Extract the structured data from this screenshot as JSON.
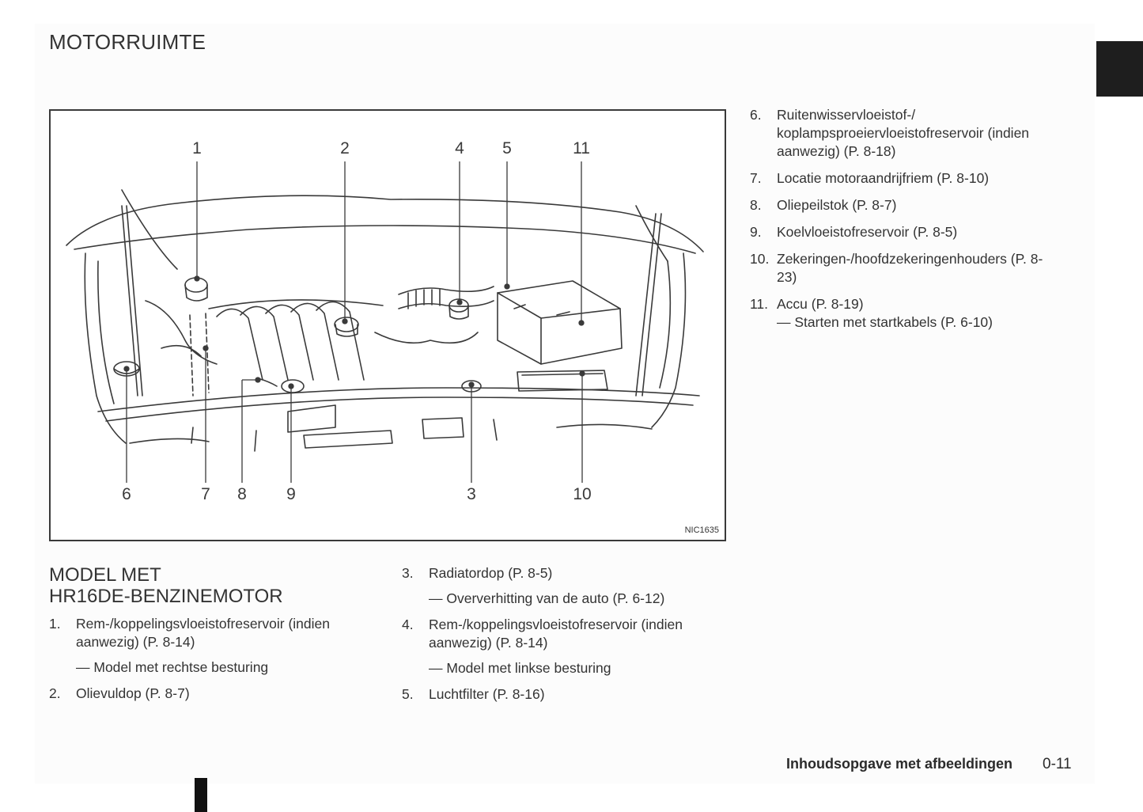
{
  "header": {
    "title": "MOTORRUIMTE"
  },
  "figure": {
    "code": "NIC1635",
    "top_labels": [
      "1",
      "2",
      "4",
      "5",
      "11"
    ],
    "bottom_labels": [
      "6",
      "7",
      "8",
      "9",
      "3",
      "10"
    ]
  },
  "model": {
    "heading_line1": "MODEL MET",
    "heading_line2": "HR16DE-BENZINEMOTOR"
  },
  "left_items": [
    {
      "num": "1.",
      "text": "Rem-/koppelingsvloeistofreservoir (indien aanwezig) (P. 8-14)",
      "sub": "— Model met rechtse besturing"
    },
    {
      "num": "2.",
      "text": "Olievuldop (P. 8-7)"
    }
  ],
  "middle_items": [
    {
      "num": "3.",
      "text": "Radiatordop (P. 8-5)",
      "sub": "— Oververhitting van de auto (P. 6-12)"
    },
    {
      "num": "4.",
      "text": "Rem-/koppelingsvloeistofreservoir (indien aanwezig) (P. 8-14)",
      "sub": "— Model met linkse besturing"
    },
    {
      "num": "5.",
      "text": "Luchtfilter (P. 8-16)"
    }
  ],
  "right_items": [
    {
      "num": "6.",
      "text": "Ruitenwisservloeistof-/ koplampsproeiervloeistofreservoir (indien aanwezig) (P. 8-18)"
    },
    {
      "num": "7.",
      "text": "Locatie motoraandrijfriem (P. 8-10)"
    },
    {
      "num": "8.",
      "text": "Oliepeilstok (P. 8-7)"
    },
    {
      "num": "9.",
      "text": "Koelvloeistofreservoir (P. 8-5)"
    },
    {
      "num": "10.",
      "text": "Zekeringen-/hoofdzekeringenhouders (P. 8-23)"
    },
    {
      "num": "11.",
      "text": "Accu (P. 8-19)",
      "sub": "— Starten met startkabels (P. 6-10)"
    }
  ],
  "footer": {
    "section": "Inhoudsopgave met afbeeldingen",
    "page": "0-11"
  }
}
